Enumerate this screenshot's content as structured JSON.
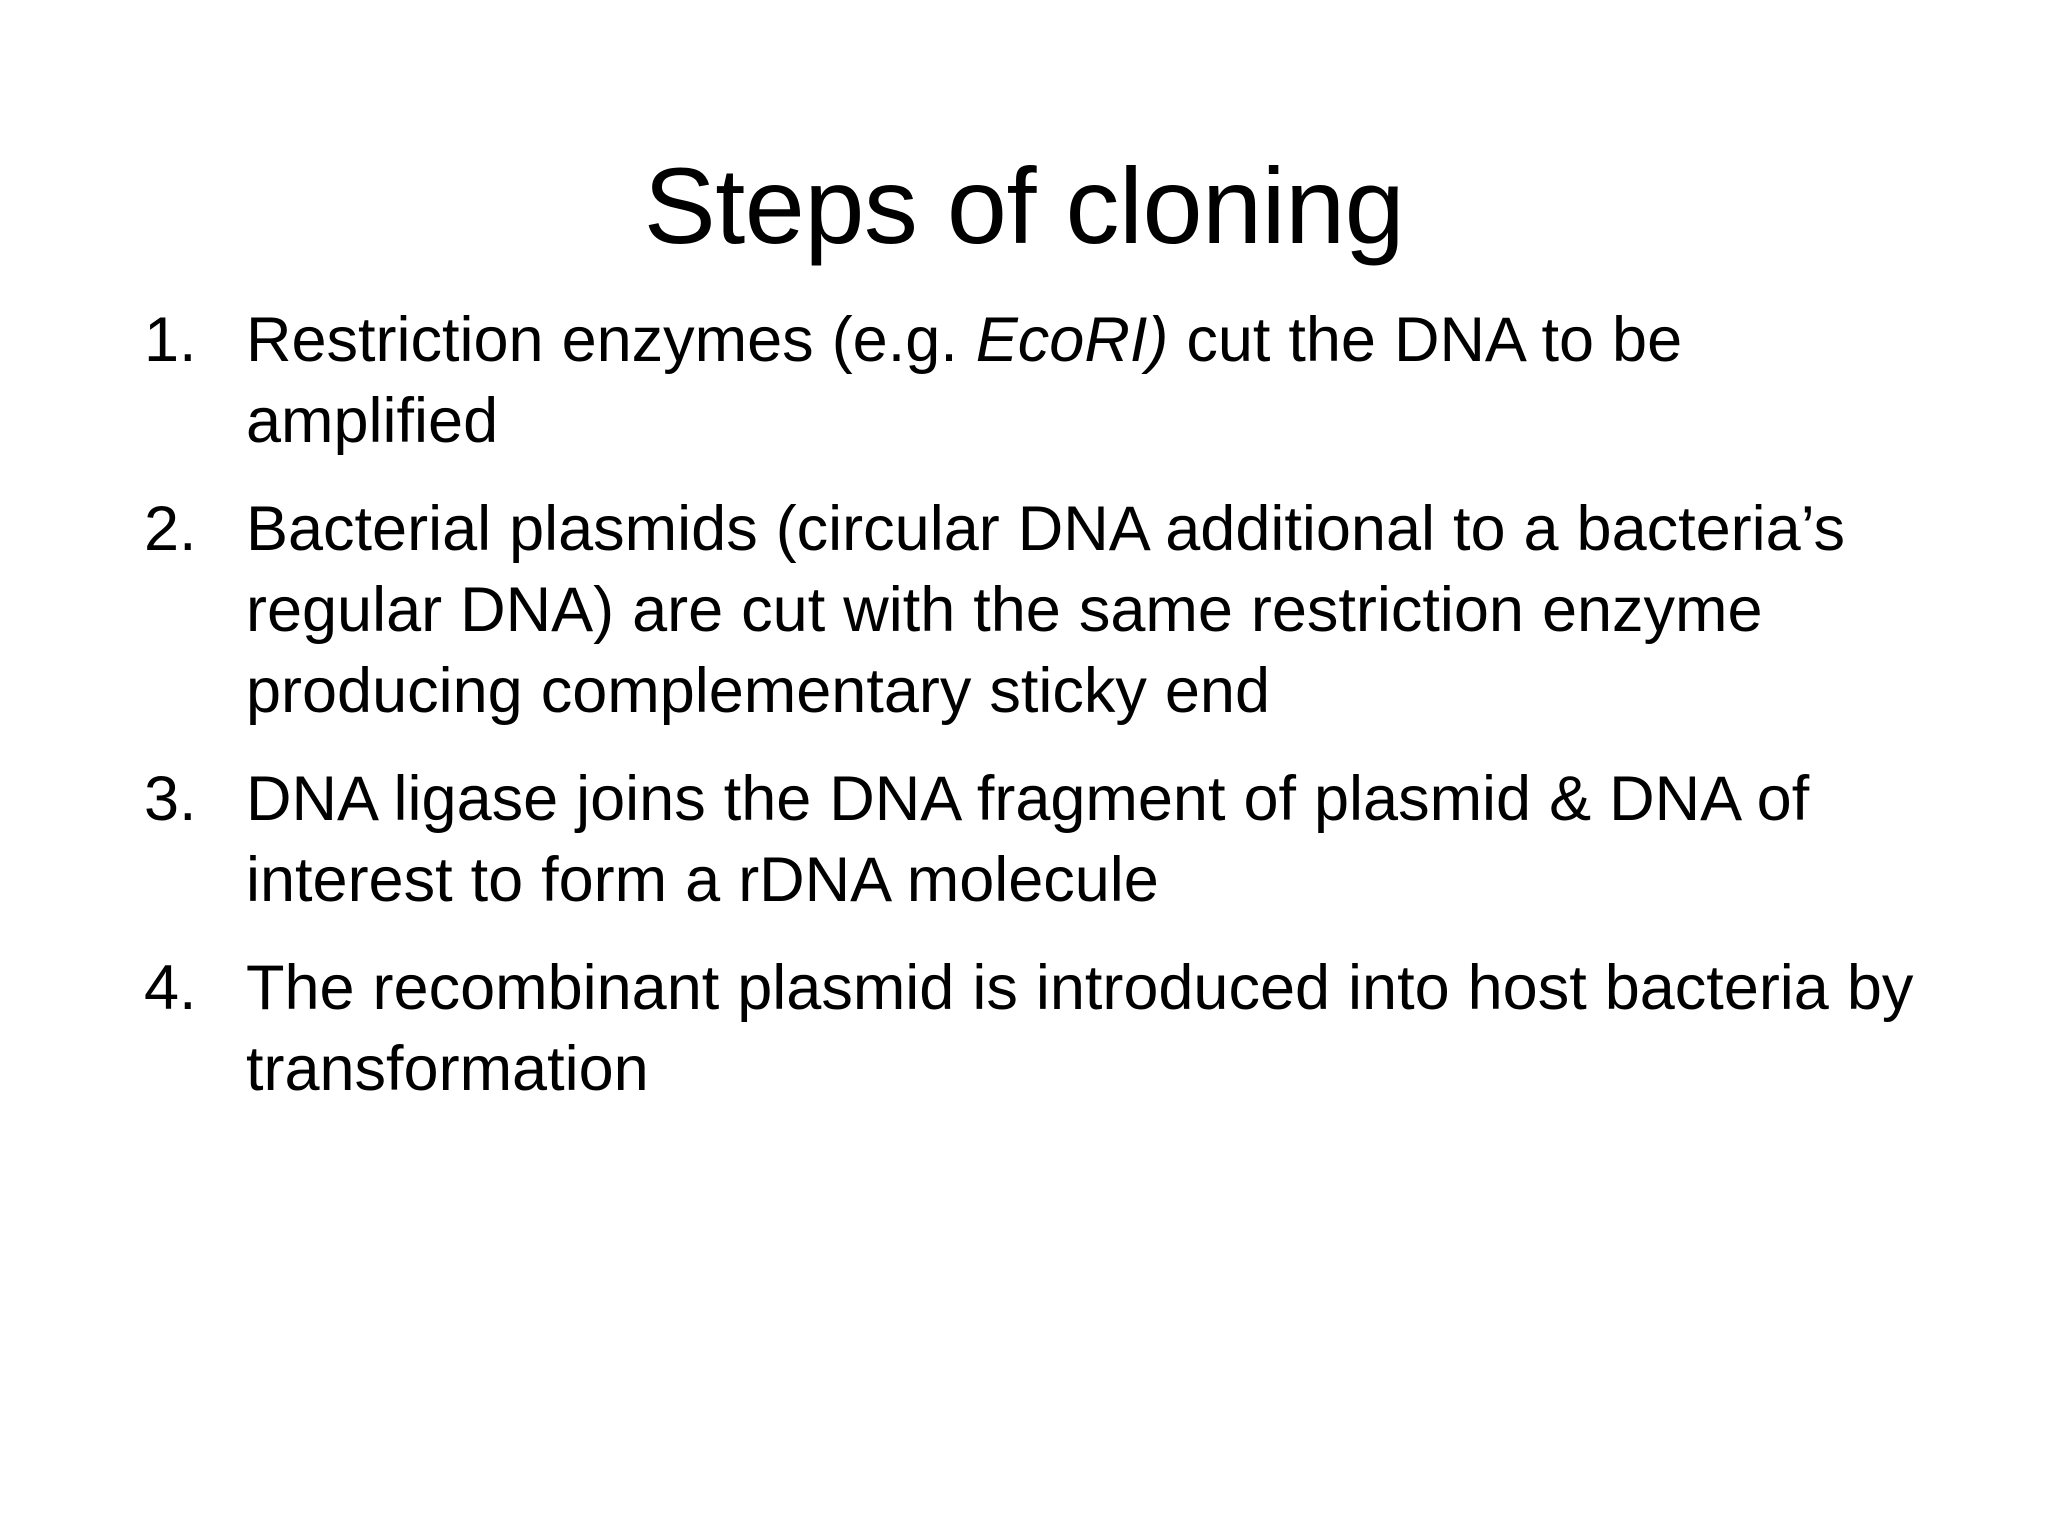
{
  "slide": {
    "title": "Steps of cloning",
    "background_color": "#ffffff",
    "text_color": "#000000",
    "items": [
      {
        "number": "1.",
        "text_before_italic": "Restriction enzymes (e.g. ",
        "italic": "EcoRI)",
        "text_after_italic": " cut the DNA to be amplified",
        "full_text": "Restriction enzymes (e.g. EcoRI) cut the DNA to be amplified"
      },
      {
        "number": "2.",
        "text_before_italic": "Bacterial plasmids (circular DNA additional to a bacteria’s regular DNA) are cut with the same restriction enzyme producing complementary sticky end",
        "italic": "",
        "text_after_italic": "",
        "full_text": "Bacterial plasmids (circular DNA additional to a bacteria’s regular DNA) are cut with the same restriction enzyme producing complementary sticky end"
      },
      {
        "number": "3.",
        "text_before_italic": "DNA ligase joins the DNA fragment of plasmid & DNA of interest to form a rDNA molecule",
        "italic": "",
        "text_after_italic": "",
        "full_text": "DNA ligase joins the DNA fragment of plasmid & DNA of interest to form a rDNA molecule"
      },
      {
        "number": "4.",
        "text_before_italic": "The recombinant plasmid is introduced into host bacteria by transformation",
        "italic": "",
        "text_after_italic": "",
        "full_text": "The recombinant plasmid is introduced into host bacteria by transformation"
      }
    ]
  }
}
